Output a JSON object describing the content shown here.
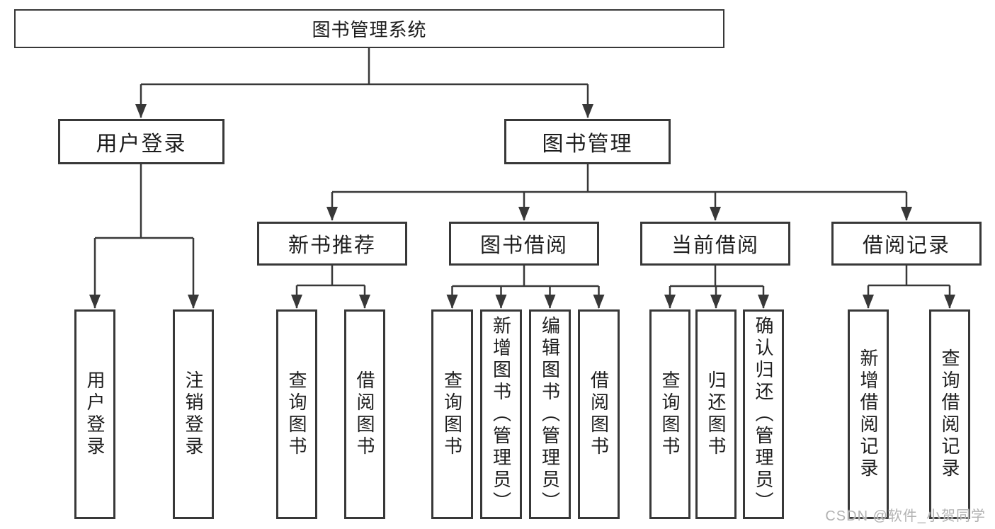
{
  "diagram_title": "图书管理系统",
  "nodes": {
    "root": "图书管理系统",
    "user_login": "用户登录",
    "book_management": "图书管理",
    "new_book_recommend": "新书推荐",
    "book_borrowing": "图书借阅",
    "current_borrowing": "当前借阅",
    "borrowing_records": "借阅记录",
    "ul_user_login": "用户登录",
    "ul_logout": "注销登录",
    "nb_query_books": "查询图书",
    "nb_borrow_books": "借阅图书",
    "bb_query_books": "查询图书",
    "bb_add_books": "新增图书（管理员）",
    "bb_edit_books": "编辑图书（管理员）",
    "bb_borrow_books": "借阅图书",
    "cb_query_books": "查询图书",
    "cb_return_books": "归还图书",
    "cb_confirm_return": "确认归还（管理员）",
    "br_add_record": "新增借阅记录",
    "br_query_record": "查询借阅记录"
  },
  "watermark": "CSDN @软件_小贺同学",
  "colors": {
    "line": "#383838",
    "text": "#1d1d1d",
    "watermark": "#b2b2b2",
    "background": "#ffffff"
  }
}
